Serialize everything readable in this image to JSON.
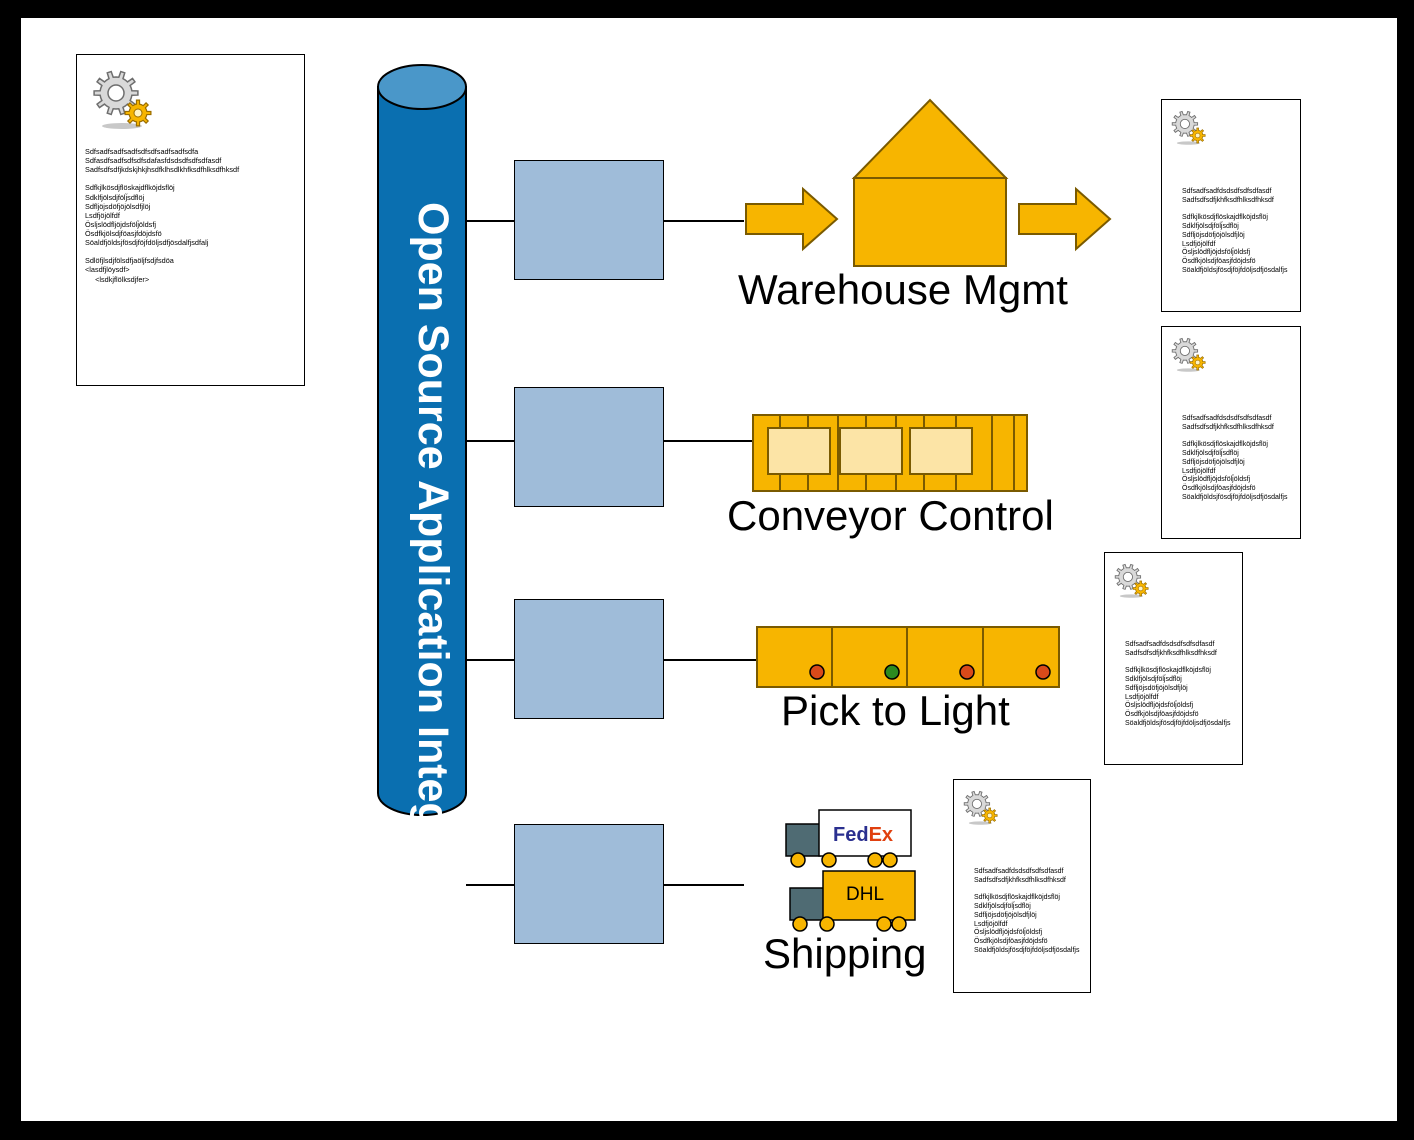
{
  "bus": {
    "label": "Open Source Application Integration",
    "fill": "#0a6fb0",
    "top_fill": "#4a97c9"
  },
  "colors": {
    "system_box": "#9fbcd9",
    "orange": "#f7b500",
    "orange_dark": "#7a5a00",
    "tray": "#fce4a6",
    "light_red": "#d94a1a",
    "light_green": "#2d8b1f",
    "truck_cab": "#4f6b73",
    "wheel": "#f7b500",
    "fedex_fed": "#2a2f8f",
    "fedex_ex": "#e0400f"
  },
  "source_document": {
    "icon": "gears-icon",
    "lines": [
      "Sdfsadfsadfsadfsdfsdfsadfsadfsdfa",
      "Sdfasdfsadfsdfsdfsdafasfdsdsdfsdfsdfasdf",
      "Sadfsdfsdfjkdskjhkjhsdfklhsdlkhfksdfhlksdfhksdf",
      "",
      "Sdfkjlkösdjflöskajdflköjdsflöj",
      "Sdklfjölsdjfölj̈sdflöj",
      "Sdfljöjsdöfjöjölsdfjlöj",
      "Lsdfjöjölfdf",
      "Ösljslödfljöjdsfölj̈öldsfj",
      "Ösdfkjölsdjföasjfdöjdsfö",
      "Söaldfjöldsjfösdjföjfdöljsdfjösdalfjsdfalj",
      "",
      "Sdlöfjlsdjfölsdfjaöljfsdjfsdöa",
      "<lasdfjlöysdf>",
      "     <lsdkjflölksdjfer>"
    ]
  },
  "systems": [
    {
      "name": "Warehouse Mgmt",
      "icon": "warehouse-icon"
    },
    {
      "name": "Conveyor Control",
      "icon": "conveyor-icon"
    },
    {
      "name": "Pick to Light",
      "icon": "pick-to-light-icon"
    },
    {
      "name": "Shipping",
      "icon": "shipping-trucks-icon"
    }
  ],
  "carriers": {
    "fedex_fed": "Fed",
    "fedex_ex": "Ex",
    "dhl": "DHL"
  },
  "output_document": {
    "icon": "gears-icon",
    "lines": [
      "Sdfsadfsadfdsdsdfsdfsdfasdf",
      "Sadfsdfsdfjkhfksdfhlksdfhksdf",
      "",
      "Sdfkjlkösdjflöskajdflköjdsflöj",
      "Sdklfjölsdjfölj̈sdflöj",
      "Sdfljöjsdöfjöjölsdfjlöj",
      "Lsdfjöjölfdf",
      "Ösljslödfljöjdsfölj̈öldsfj",
      "Ösdfkjölsdjföasjfdöjdsfö",
      "Söaldfjöldsjfösdjföjfdöljsdfjösdalfjs"
    ]
  },
  "pick_lights": [
    "red",
    "green",
    "red",
    "red"
  ]
}
